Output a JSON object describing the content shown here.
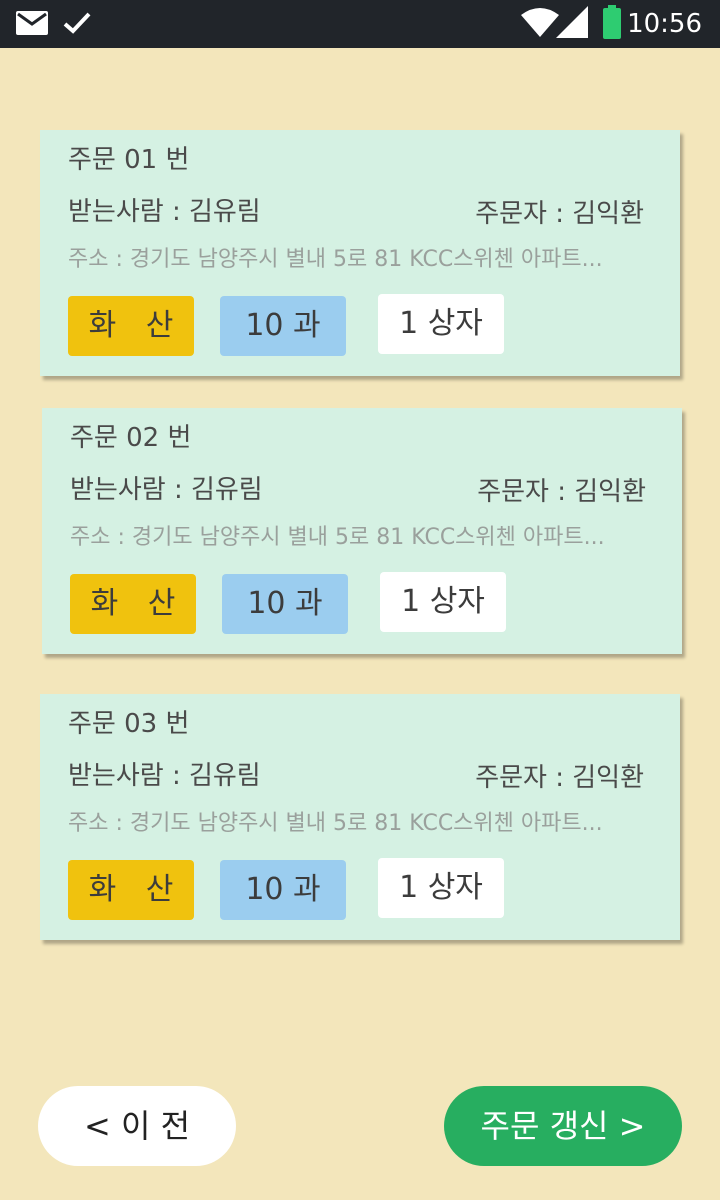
{
  "status_bar": {
    "time": "10:56",
    "icons": [
      "mail-icon",
      "check-icon",
      "wifi-icon",
      "signal-icon",
      "battery-icon"
    ],
    "colors": {
      "background": "#21252a",
      "battery": "#2ecc71"
    }
  },
  "orders": [
    {
      "title": "주문 01 번",
      "recipient": "받는사람 :  김유림",
      "orderer": "주문자 : 김익환",
      "address": "주소 : 경기도 남양주시 별내 5로 81 KCC스위첸 아파트...",
      "variety": "화 산",
      "grade": "10 과",
      "quantity": "1 상자"
    },
    {
      "title": "주문 02 번",
      "recipient": "받는사람 :  김유림",
      "orderer": "주문자 : 김익환",
      "address": "주소 : 경기도 남양주시 별내 5로 81 KCC스위첸 아파트...",
      "variety": "화 산",
      "grade": "10 과",
      "quantity": "1 상자"
    },
    {
      "title": "주문 03 번",
      "recipient": "받는사람 :  김유림",
      "orderer": "주문자 : 김익환",
      "address": "주소 : 경기도 남양주시 별내 5로 81 KCC스위첸 아파트...",
      "variety": "화 산",
      "grade": "10 과",
      "quantity": "1 상자"
    }
  ],
  "footer": {
    "prev_label": "< 이 전",
    "refresh_label": "주문 갱신 >"
  },
  "colors": {
    "background": "#f3e6bb",
    "card": "#d5f1e3",
    "variety_tag": "#f0c20e",
    "grade_tag": "#9bcdef",
    "quantity_tag": "#ffffff",
    "refresh_button": "#27ae60"
  }
}
